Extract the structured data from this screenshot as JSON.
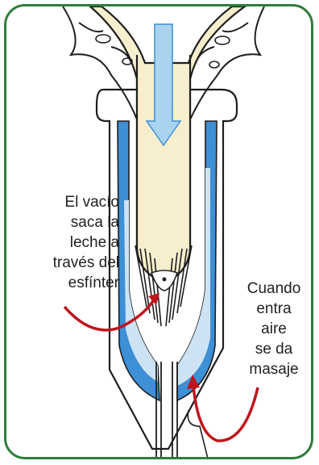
{
  "labels": {
    "vacuum_lines": [
      "El vacío",
      "saca la",
      "leche a",
      "través del",
      "esfínter"
    ],
    "air_lines": [
      "Cuando",
      "entra",
      "aire",
      "se da",
      "masaje"
    ]
  },
  "colors": {
    "frame_border": "#2e7d3a",
    "teat": "#f6eecd",
    "liner_blue": "#3d8fd6",
    "liner_light": "#cde3f4",
    "arrow_red": "#c0141c",
    "milk_arrow": "#a9d4f0",
    "outline": "#1e1e1e"
  },
  "icons": {
    "milk_flow": "down-arrow-icon",
    "vacuum_arrow": "curved-arrow-icon",
    "air_arrow": "curved-arrow-icon"
  }
}
